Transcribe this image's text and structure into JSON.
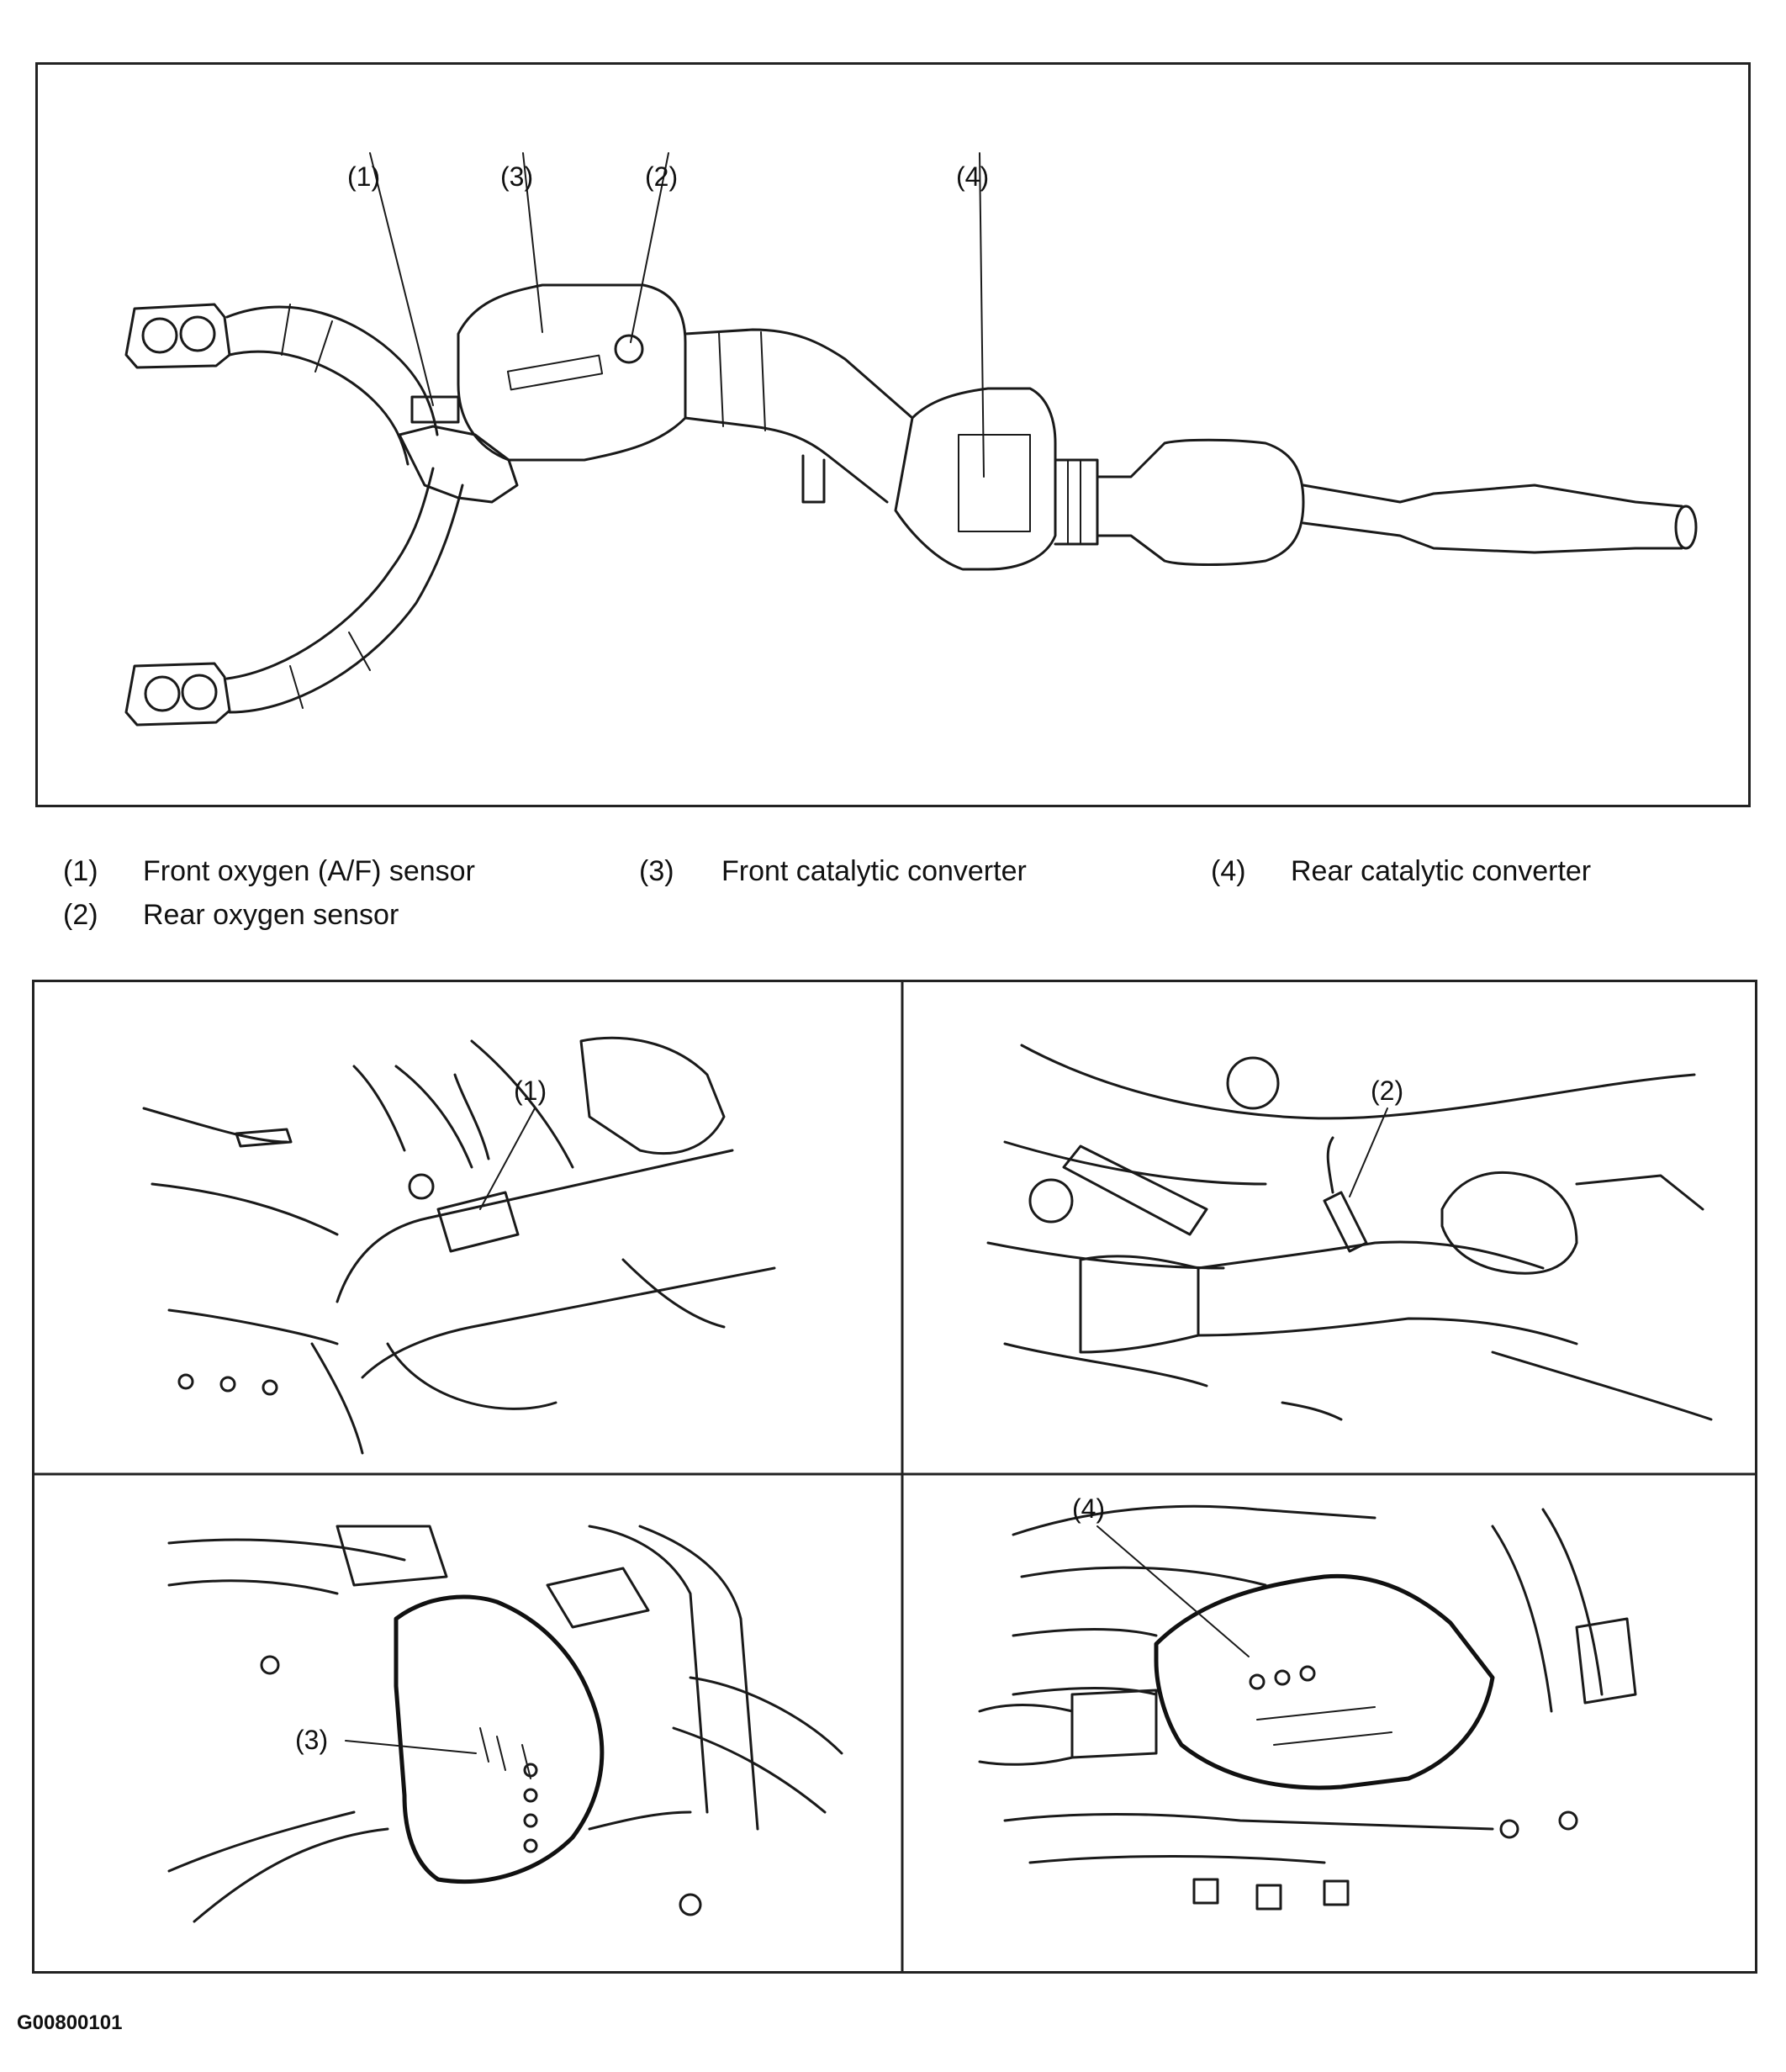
{
  "callouts": {
    "c1": "(1)",
    "c2": "(2)",
    "c3": "(3)",
    "c4": "(4)"
  },
  "legend": [
    {
      "num": "(1)",
      "text": "Front oxygen (A/F) sensor"
    },
    {
      "num": "(2)",
      "text": "Rear oxygen sensor"
    },
    {
      "num": "(3)",
      "text": "Front catalytic converter"
    },
    {
      "num": "(4)",
      "text": "Rear catalytic converter"
    }
  ],
  "figure_code": "G00800101"
}
